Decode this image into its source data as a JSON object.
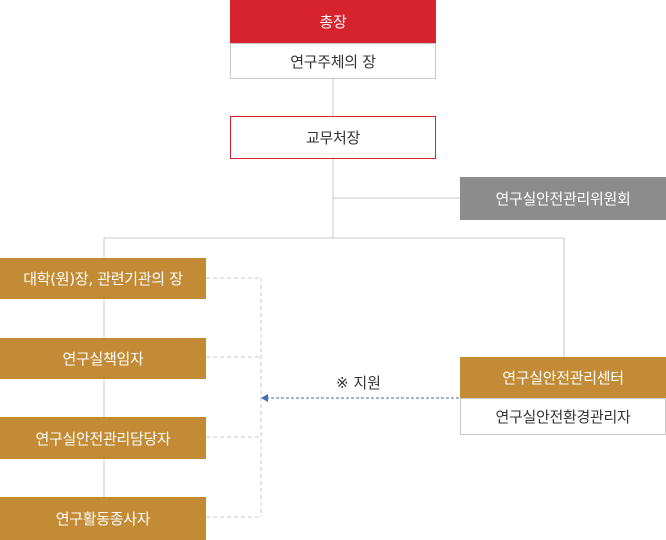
{
  "president": {
    "title": "총장",
    "subtitle": "연구주체의 장"
  },
  "academic_affairs": {
    "title": "교무처장"
  },
  "committee": {
    "title": "연구실안전관리위원회"
  },
  "roles": [
    {
      "title": "대학(원)장, 관련기관의 장"
    },
    {
      "title": "연구실책임자"
    },
    {
      "title": "연구실안전관리담당자"
    },
    {
      "title": "연구활동종사자"
    }
  ],
  "center": {
    "title": "연구실안전관리센터",
    "subtitle": "연구실안전환경관리자"
  },
  "support": {
    "label": "※ 지원"
  },
  "colors": {
    "red": "#d7232e",
    "gold": "#c38b35",
    "gray": "#8c8c8c",
    "support_arrow": "#3f6fb5",
    "connector": "#c8c8c8"
  }
}
